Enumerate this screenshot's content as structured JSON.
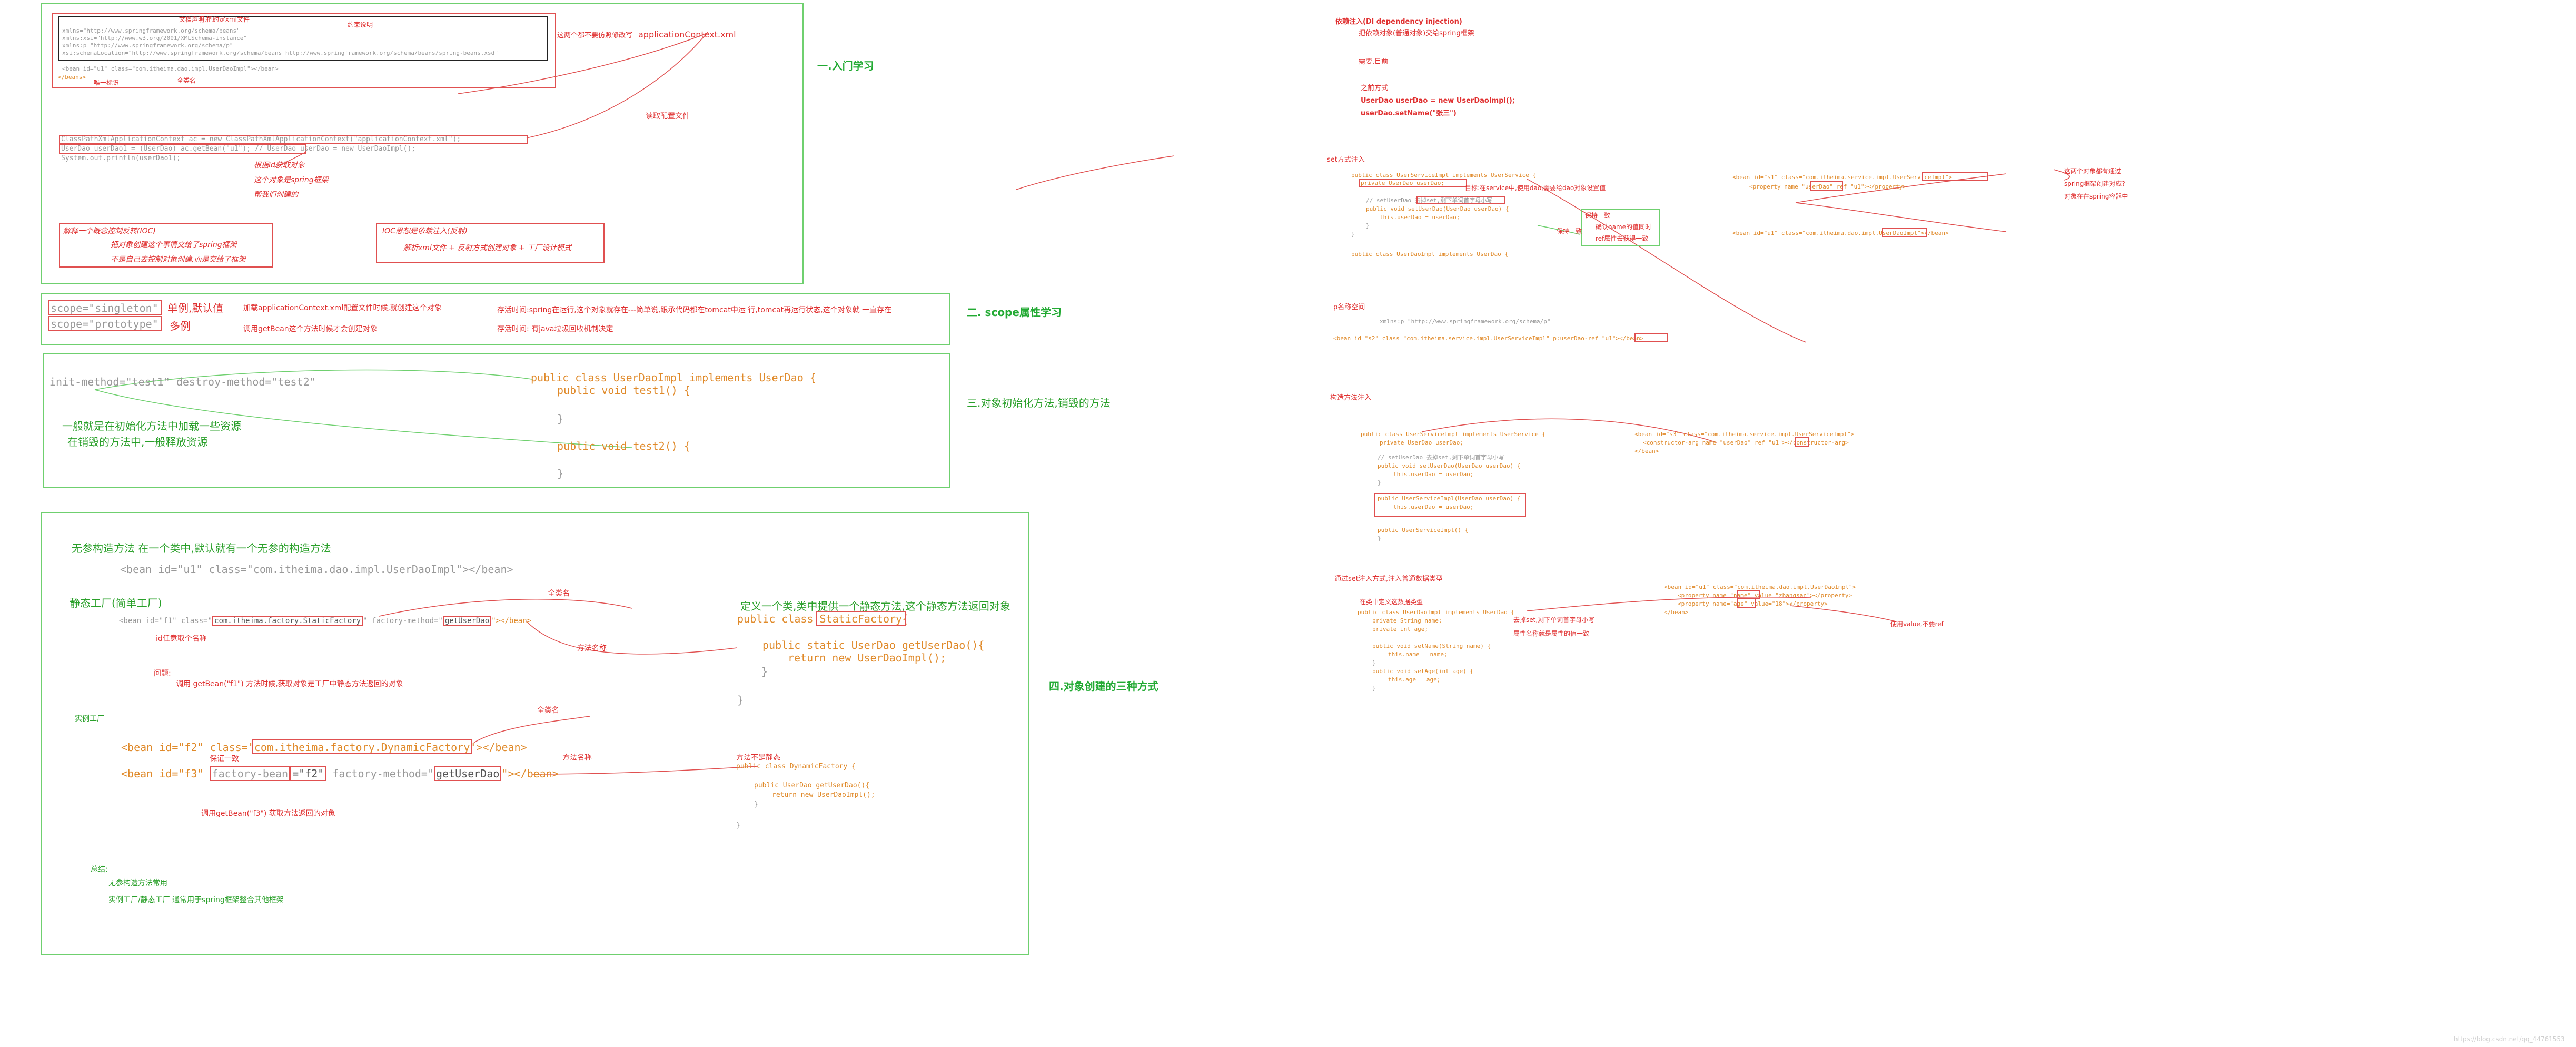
{
  "sec1": {
    "title": "一.入门学习",
    "xml_head_label": "文档声明,把约定xml文件",
    "constraint_label": "约束说明",
    "header_note": "这两个都不要仿照修改写",
    "ns_lines": [
      "xmlns=\"http://www.springframework.org/schema/beans\"",
      "xmlns:xsi=\"http://www.w3.org/2001/XMLSchema-instance\"",
      "xmlns:p=\"http://www.springframework.org/schema/p\"",
      "xsi:schemaLocation=\"http://www.springframework.org/schema/beans http://www.springframework.org/schema/beans/spring-beans.xsd\""
    ],
    "bean_line": "<bean id=\"u1\" class=\"com.itheima.dao.impl.UserDaoImpl\"></bean>",
    "beans_close": "</beans>",
    "unique_label": "唯一标识",
    "fullname_label": "全类名",
    "file_name": "applicationContext.xml",
    "read_config": "读取配置文件",
    "code_lines": [
      "ClassPathXmlApplicationContext ac = new ClassPathXmlApplicationContext(\"applicationContext.xml\");",
      "UserDao userDao1 = (UserDao) ac.getBean(\"u1\");    // UserDao userDao = new UserDaoImpl();",
      "System.out.println(userDao1);"
    ],
    "getbean_notes": [
      "根据id获取对象",
      "这个对象是spring框架",
      "帮我们创建的"
    ],
    "ioc_lines": [
      "解释一个概念控制反转(IOC)",
      "把对象创建这个事情交给了spring框架",
      "不是自己去控制对象创建,而是交给了框架"
    ],
    "ioc_theory_lines": [
      "IOC思想是依赖注入(反射)",
      "解析xml文件 + 反射方式创建对象 + 工厂设计模式"
    ]
  },
  "sec2": {
    "title": "二. scope属性学习",
    "scope_singleton": "scope=\"singleton\"",
    "singleton_label": "单例,默认值",
    "scope_prototype": "scope=\"prototype\"",
    "prototype_label": "多例",
    "singleton_desc": "加载applicationContext.xml配置文件时候,就创建这个对象",
    "prototype_desc": "调用getBean这个方法时候才会创建对象",
    "singleton_life": "存活时间:spring在运行,这个对象就存在---简单说,跟承代码都在tomcat中运 行,tomcat再运行状态,这个对象就 一直存在",
    "prototype_life": "存活时间: 有java垃圾回收机制决定"
  },
  "sec3": {
    "title": "三.对象初始化方法,销毁的方法",
    "attrs": "init-method=\"test1\" destroy-method=\"test2\"",
    "class_line": "public class UserDaoImpl implements UserDao {",
    "test1_line": "public void test1() {",
    "test2_line": "public void test2() {",
    "brace": "}",
    "note1": "一般就是在初始化方法中加载一些资源",
    "note2": "在销毁的方法中,一般释放资源"
  },
  "sec4": {
    "title": "四.对象创建的三种方式",
    "noarg_title": "无参构造方法   在一个类中,默认就有一个无参的构造方法",
    "noarg_bean": "<bean id=\"u1\" class=\"com.itheima.dao.impl.UserDaoImpl\"></bean>",
    "static_title": "静态工厂(简单工厂)",
    "static_bean_prefix": "<bean id=\"f1\" class=\"",
    "static_class": "com.itheima.factory.StaticFactory",
    "static_method_attr": "\" factory-method=\"",
    "static_method": "getUserDao",
    "static_bean_suffix": "\"></bean>",
    "fullname_tag": "全类名",
    "method_name_tag": "方法名称",
    "any_name_tag": "id任意取个名称",
    "static_def": "定义一个类,类中提供一个静态方法,这个静态方法返回对象",
    "static_class_code": "public class StaticFactory{",
    "static_method_code": "public static UserDao getUserDao(){",
    "static_return_code": "return new UserDaoImpl();",
    "question_label": "问题:",
    "question_text": "调用 getBean(\"f1\") 方法时候,获取对象是工厂中静态方法返回的对象",
    "instance_title": "实例工厂",
    "f2_bean": "<bean id=\"f2\" class=\"com.itheima.factory.DynamicFactory\"></bean>",
    "f2_class": "com.itheima.factory.DynamicFactory",
    "f3_prefix": "<bean id=\"f3\" ",
    "f3_factory_bean": "factory-bean",
    "f3_f2": "=\"f2\"",
    "f3_method_attr": " factory-method=\"",
    "f3_method": "getUserDao",
    "f3_suffix": "\"></bean>",
    "keep_same": "保证一致",
    "not_static": "方法不是静态",
    "dynamic_class_code": "public class DynamicFactory {",
    "dynamic_method_code": "public UserDao getUserDao(){",
    "dynamic_return_code": "return new UserDaoImpl();",
    "f3_call_note": "调用getBean(\"f3\") 获取方法返回的对象",
    "summary_title": "总结:",
    "summary1": "无参构造方法常用",
    "summary2": "实例工厂/静态工厂 通常用于spring框架整合其他框架"
  },
  "right": {
    "di_title": "依赖注入(Dl dependency injection)",
    "di_desc": "把依赖对象(普通对象)交给spring框架",
    "cases": "需要,目前",
    "old_way": "之前方式",
    "old_line1": "UserDao userDao = new UserDaoImpl();",
    "old_line2": "userDao.setName(\"张三\")",
    "set_title": "set方式注入",
    "service_class": "public class UserServiceImpl implements UserService {",
    "service_field": "private UserDao userDao;",
    "service_note": "目标:在service中,使用dao,需要给dao对象设置值",
    "setter_comment": "// setUserDao  去掉set,剩下单词首字母小写",
    "setter_line": "public void setUserDao(UserDao userDao) {",
    "setter_body": "this.userDao = userDao;",
    "dao_class": "public class UserDaoImpl implements UserDao {",
    "xml_service_bean": "<bean id=\"s1\" class=\"com.itheima.service.impl.UserServiceImpl\">",
    "xml_service_class": "UserServiceImpl",
    "xml_property": "<property name=\"userDao\" ref=\"u1\"></property>",
    "xml_dao_bean": "<bean id=\"u1\" class=\"com.itheima.dao.impl.UserDaoImpl\"></bean>",
    "xml_dao_class": "UserDaoImpl",
    "set_note1": "保持一致",
    "set_note2": "确认name的值同时",
    "set_note3": "ref属性去获得一致",
    "right_note1": "这两个对象都有通过",
    "right_note2": "spring框架创建对应?",
    "right_note3": "对象在在spring容器中",
    "p_title": "p名称空间",
    "p_ns": "xmlns:p=\"http://www.springframework.org/schema/p\"",
    "p_bean": "<bean id=\"s2\" class=\"com.itheima.service.impl.UserServiceImpl\" p:userDao-ref=\"u1\"></bean>",
    "ctor_title": "构造方法注入",
    "ctor_class": "public class UserServiceImpl implements UserService {",
    "ctor_field": "private UserDao userDao;",
    "ctor_comment": "// setUserDao 去掉set,剩下单词首字母小写",
    "ctor_setter": "public void setUserDao(UserDao userDao) {",
    "ctor_setter_body": "this.userDao = userDao;",
    "ctor_ctor": "public UserServiceImpl(UserDao userDao) {",
    "ctor_ctor_body": "this.userDao = userDao;",
    "ctor_noarg": "public UserServiceImpl() {",
    "ctor_xml1": "<bean id=\"s3\" class=\"com.itheima.service.impl.UserServiceImpl\">",
    "ctor_xml2": "<constructor-arg name=\"userDao\" ref=\"u1\"></constructor-arg>",
    "ctor_xml3": "</bean>",
    "basic_title": "通过set注入方式,注入普通数据类型",
    "basic_note1": "在类中定义这数据类型",
    "basic_class": "public class UserDaoImpl implements UserDao {",
    "basic_f1": "private String name;",
    "basic_f2": "private int age;",
    "basic_s1": "public void setName(String name) {",
    "basic_s1b": "this.name = name;",
    "basic_s2": "public void setAge(int age) {",
    "basic_s2b": "this.age = age;",
    "basic_xml1": "<bean id=\"u1\" class=\"com.itheima.dao.impl.UserDaoImpl\">",
    "basic_xml2": "<property name=\"name\" value=\"zhangsan\"></property>",
    "basic_xml3": "<property name=\"age\" value=\"18\"></property>",
    "basic_xml4": "</bean>",
    "basic_note2": "去掉set,剩下单词首字母小写",
    "basic_note3": "属性名称就是属性的值一致",
    "basic_note4": "使用value,不要ref"
  },
  "watermark": "https://blog.csdn.net/qq_44761553"
}
